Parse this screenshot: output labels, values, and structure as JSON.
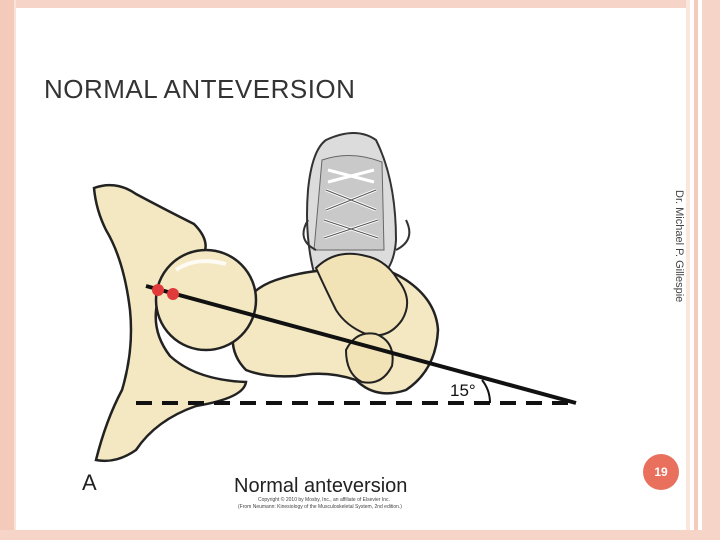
{
  "slide": {
    "title": "NORMAL ANTEVERSION",
    "author": "Dr. Michael P. Gillespie",
    "page_number": "19"
  },
  "figure": {
    "panel_letter": "A",
    "caption": "Normal anteversion",
    "angle_label": "15°",
    "copyright_line_1": "Copyright © 2010 by Mosby, Inc., an affiliate of Elsevier Inc.",
    "copyright_line_2": "(From Neumann: Kinesiology of the Musculoskeletal System, 2nd edition.)"
  },
  "colors": {
    "bone_fill": "#f3e8c2",
    "bone_stroke": "#222222",
    "marker_red": "#e03a3a",
    "badge": "#e8705d",
    "frame": "#f4cbbb"
  }
}
